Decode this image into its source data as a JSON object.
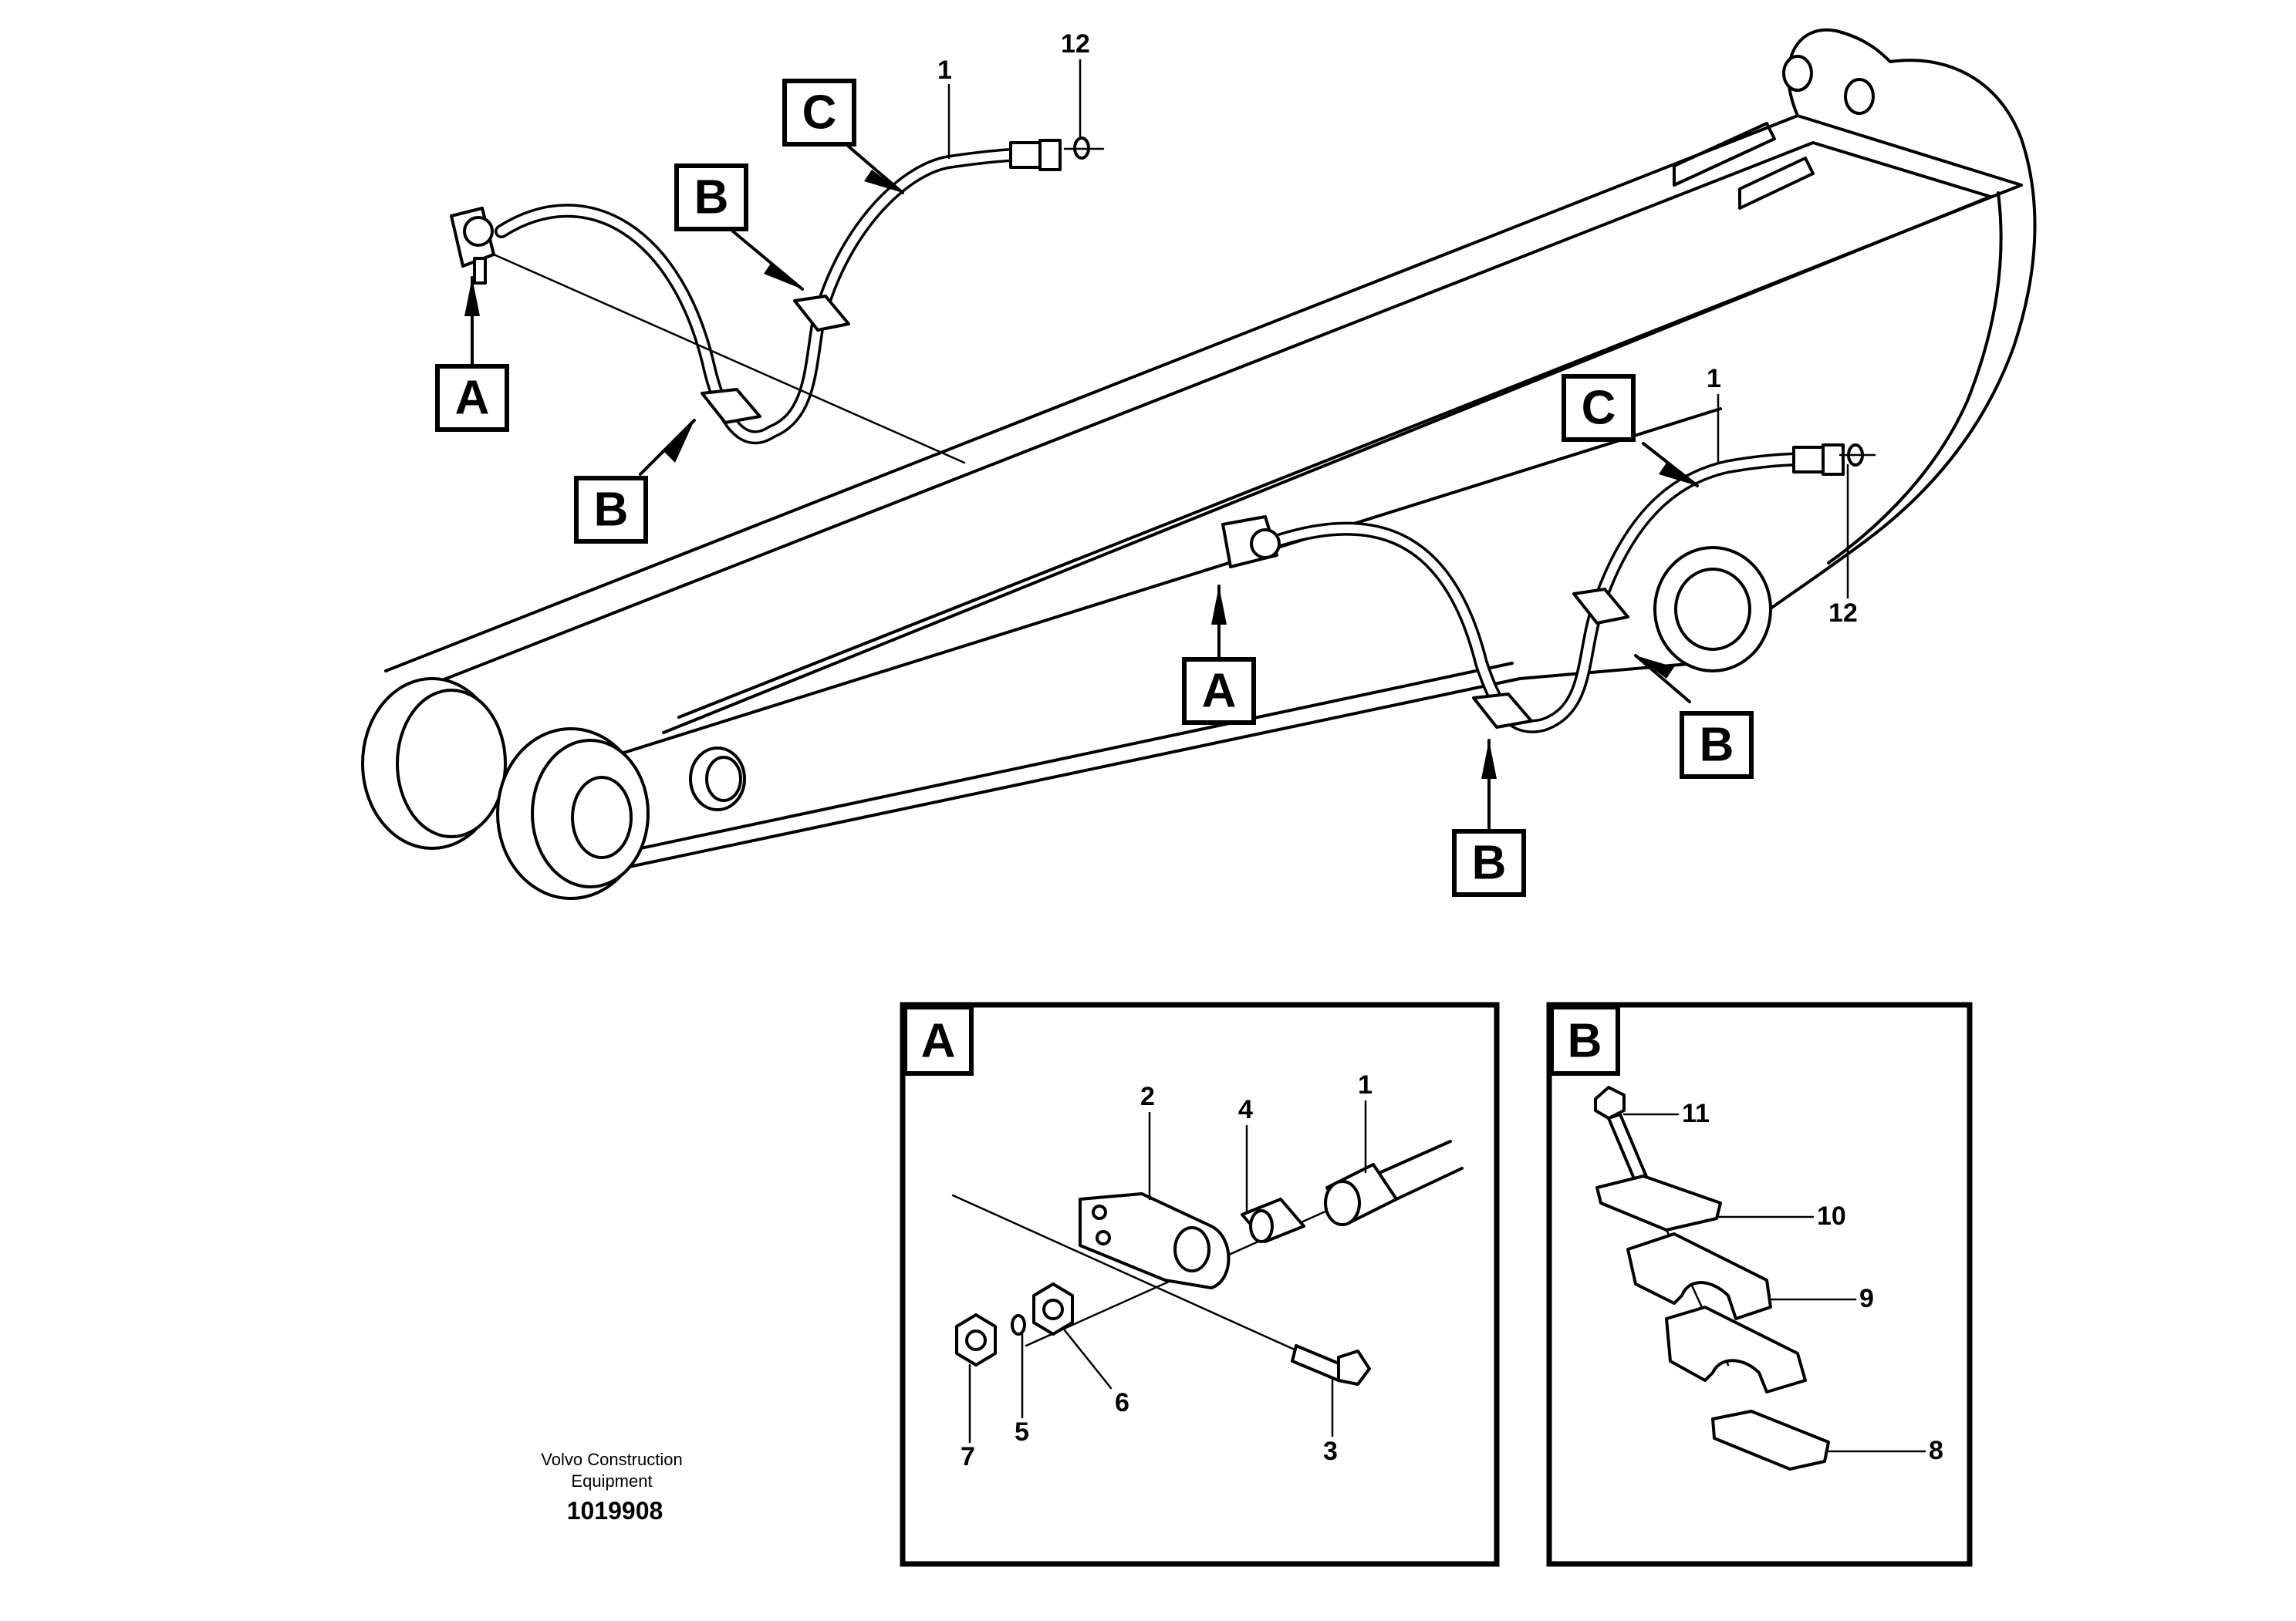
{
  "callouts": {
    "boom": {
      "A": "A",
      "B": "B",
      "C": "C",
      "hose": "1",
      "oring": "12"
    }
  },
  "detail_a": {
    "title": "A",
    "parts": [
      "1",
      "2",
      "3",
      "4",
      "5",
      "6",
      "7"
    ]
  },
  "detail_b": {
    "title": "B",
    "parts": [
      "8",
      "9",
      "10",
      "11"
    ]
  },
  "footer": {
    "line1": "Volvo Construction",
    "line2": "Equipment",
    "code": "1019908"
  }
}
